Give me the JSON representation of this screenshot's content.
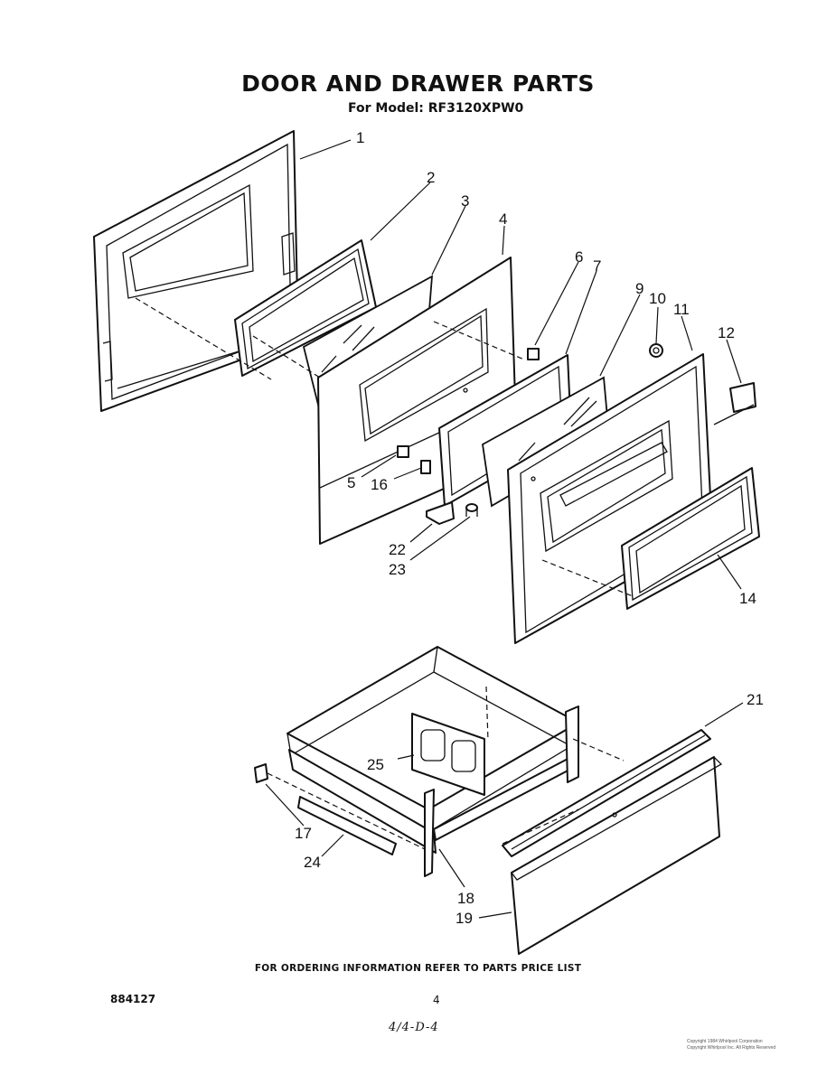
{
  "header": {
    "title": "DOOR AND DRAWER PARTS",
    "model_line": "For Model: RF3120XPW0"
  },
  "callouts": [
    {
      "id": "c1",
      "text": "1"
    },
    {
      "id": "c2",
      "text": "2"
    },
    {
      "id": "c3",
      "text": "3"
    },
    {
      "id": "c4",
      "text": "4"
    },
    {
      "id": "c5",
      "text": "5"
    },
    {
      "id": "c6",
      "text": "6"
    },
    {
      "id": "c7",
      "text": "7"
    },
    {
      "id": "c9",
      "text": "9"
    },
    {
      "id": "c10",
      "text": "10"
    },
    {
      "id": "c11",
      "text": "11"
    },
    {
      "id": "c12",
      "text": "12"
    },
    {
      "id": "c14",
      "text": "14"
    },
    {
      "id": "c16",
      "text": "16"
    },
    {
      "id": "c17",
      "text": "17"
    },
    {
      "id": "c18",
      "text": "18"
    },
    {
      "id": "c19",
      "text": "19"
    },
    {
      "id": "c21",
      "text": "21"
    },
    {
      "id": "c22",
      "text": "22"
    },
    {
      "id": "c23",
      "text": "23"
    },
    {
      "id": "c24",
      "text": "24"
    },
    {
      "id": "c25",
      "text": "25"
    }
  ],
  "footer": {
    "ordering_note": "FOR ORDERING INFORMATION REFER TO PARTS PRICE LIST",
    "document_number": "884127",
    "page_number": "4",
    "handwritten_note": "4/4-D-4",
    "copyright_line_1": "Copyright 1984 Whirlpool Corporation",
    "copyright_line_2": "Copyright Whirlpool Inc. All Rights Reserved"
  }
}
